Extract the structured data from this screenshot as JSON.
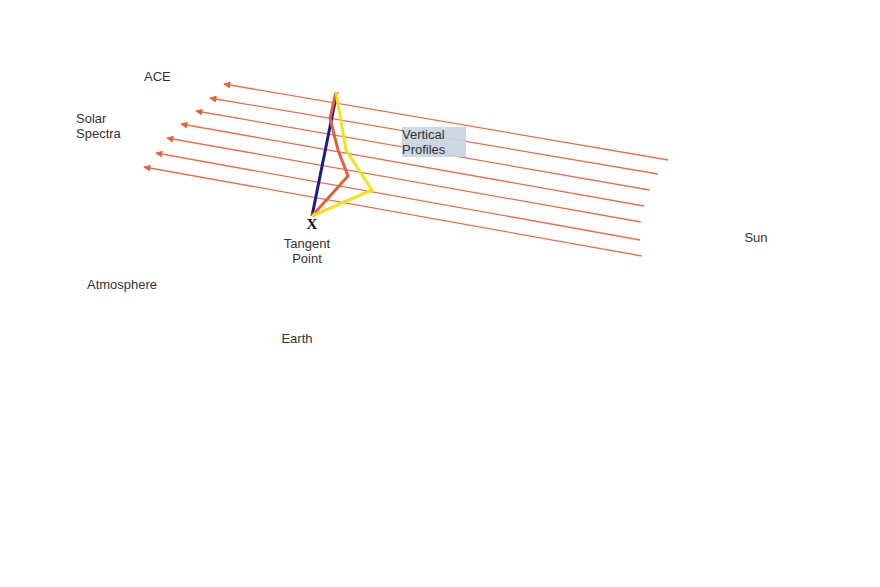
{
  "diagram": {
    "nodes": [
      {
        "text": [
          "Atmosphere"
        ]
      },
      {
        "text": [
          "ACE"
        ],
        "in": 0
      },
      {
        "text": [
          "Earth"
        ],
        "in": 0
      },
      {
        "text": [
          "Sun"
        ]
      }
    ],
    "labels": [
      "Solar Spectra",
      "Vertical Profiles",
      "X",
      "Tangent Point"
    ]
  }
}
